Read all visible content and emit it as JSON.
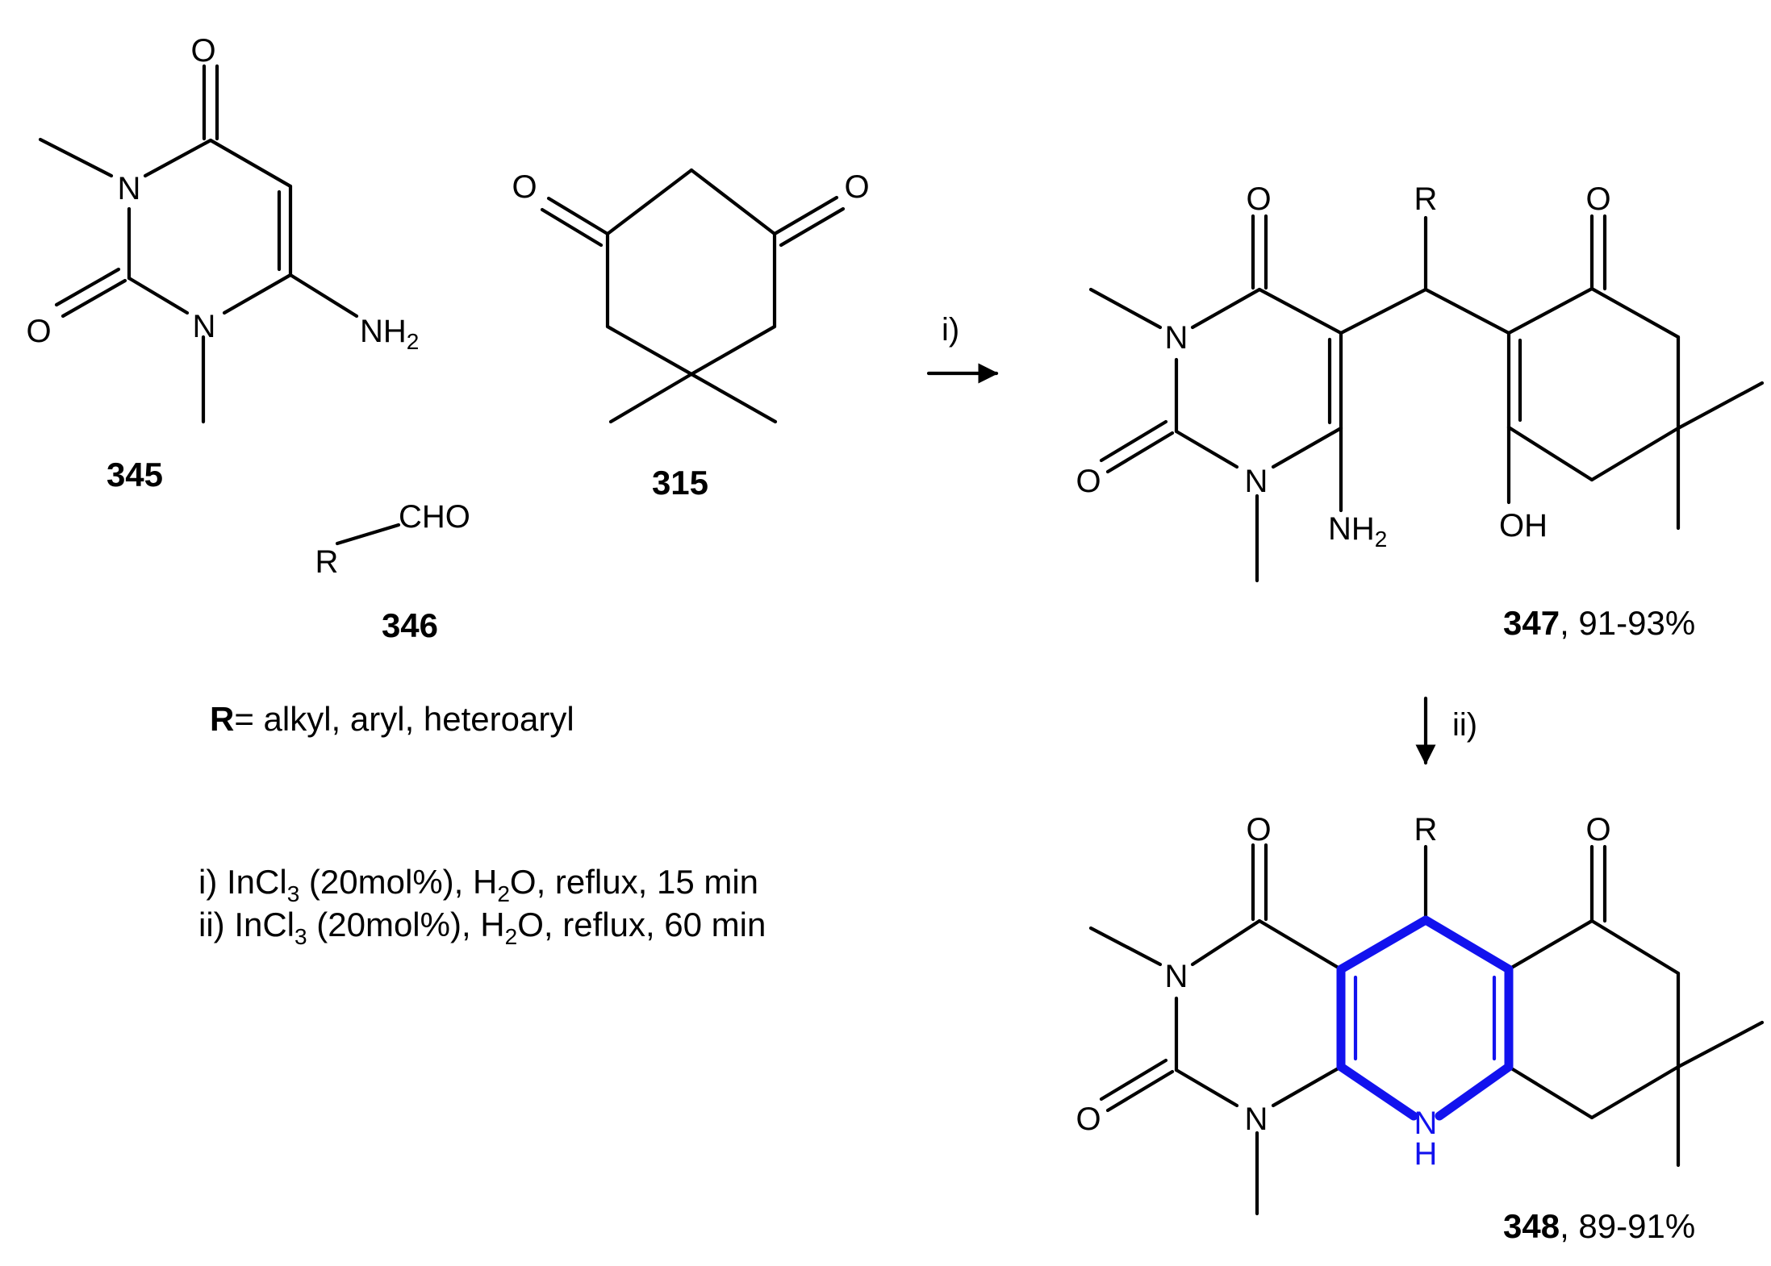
{
  "atoms": {
    "oxygen": "O",
    "nitrogen": "N",
    "amine": "NH",
    "amine_sub": "2",
    "hydroxyl": "OH",
    "aldehyde": "CHO",
    "r_group": "R",
    "hydrogen": "H"
  },
  "compounds": {
    "c345": "345",
    "c346": "346",
    "c315": "315",
    "c347": "347",
    "c347_yield": ", 91-93%",
    "c348": "348",
    "c348_yield": ", 89-91%"
  },
  "r_definition": {
    "label": "R",
    "text": "= alkyl, aryl, heteroaryl"
  },
  "steps": {
    "step1_label": "i)",
    "step2_label": "ii)"
  },
  "conditions": {
    "i": {
      "prefix": "i) InCl",
      "sub1": "3",
      "mid": " (20mol%), H",
      "sub2": "2",
      "suffix": "O, reflux, 15 min"
    },
    "ii": {
      "prefix": "ii) InCl",
      "sub1": "3",
      "mid": " (20mol%), H",
      "sub2": "2",
      "suffix": "O, reflux, 60 min"
    }
  },
  "colors": {
    "bond": "#000000",
    "highlight": "#1212ee"
  }
}
